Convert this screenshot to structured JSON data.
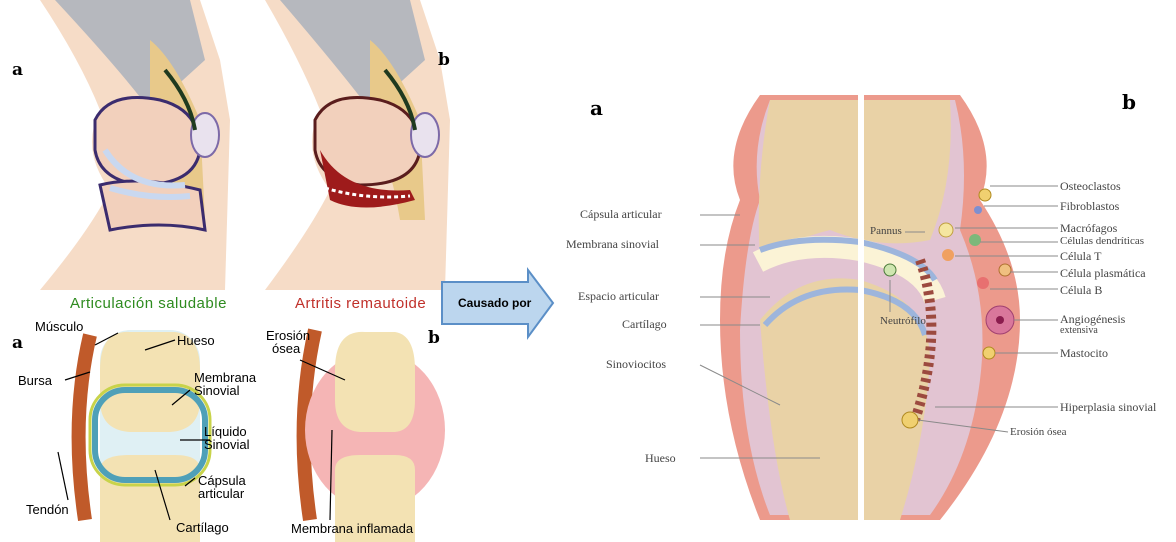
{
  "panel_letters": {
    "top_a": "a",
    "top_b": "b",
    "mid_a": "a",
    "mid_b": "b",
    "right_a": "a",
    "right_b": "b"
  },
  "top": {
    "healthy_caption": "Articulación saludable",
    "ra_caption": "Artritis remautoide"
  },
  "bottom_left": {
    "musculo": "Músculo",
    "bursa": "Bursa",
    "tendon": "Tendón",
    "hueso": "Hueso",
    "membrana_1": "Membrana",
    "membrana_2": "Sinovial",
    "liquido_1": "Líquido",
    "liquido_2": "Sinovial",
    "capsula_1": "Cápsula",
    "capsula_2": "articular",
    "cartilago": "Cartílago"
  },
  "bottom_mid": {
    "erosion_1": "Erosión",
    "erosion_2": "ósea",
    "membrana_inflamada": "Membrana inflamada"
  },
  "arrow_label": "Causado por",
  "right_left_labels": {
    "capsula": "Cápsula articular",
    "membrana": "Membrana sinovial",
    "espacio": "Espacio articular",
    "cartilago": "Cartílago",
    "sinoviocitos": "Sinoviocitos",
    "hueso": "Hueso"
  },
  "right_center_labels": {
    "pannus": "Pannus",
    "neutrofilo": "Neutrófilo"
  },
  "right_right_labels": {
    "osteoclastos": "Osteoclastos",
    "fibroblastos": "Fibroblastos",
    "macrofagos": "Macrófagos",
    "dendriticas": "Células dendríticas",
    "celula_t": "Célula T",
    "plasmatica": "Célula plasmática",
    "celula_b": "Célula B",
    "angio_1": "Angiogénesis",
    "angio_2": "extensiva",
    "mastocito": "Mastocito",
    "hiperplasia": "Hiperplasia sinovial",
    "erosion": "Erosión ósea"
  },
  "colors": {
    "healthy_caption": "#2e8b1f",
    "ra_caption": "#c0302a",
    "arrow_fill": "#bcd6ee",
    "arrow_stroke": "#5b8fc7"
  }
}
